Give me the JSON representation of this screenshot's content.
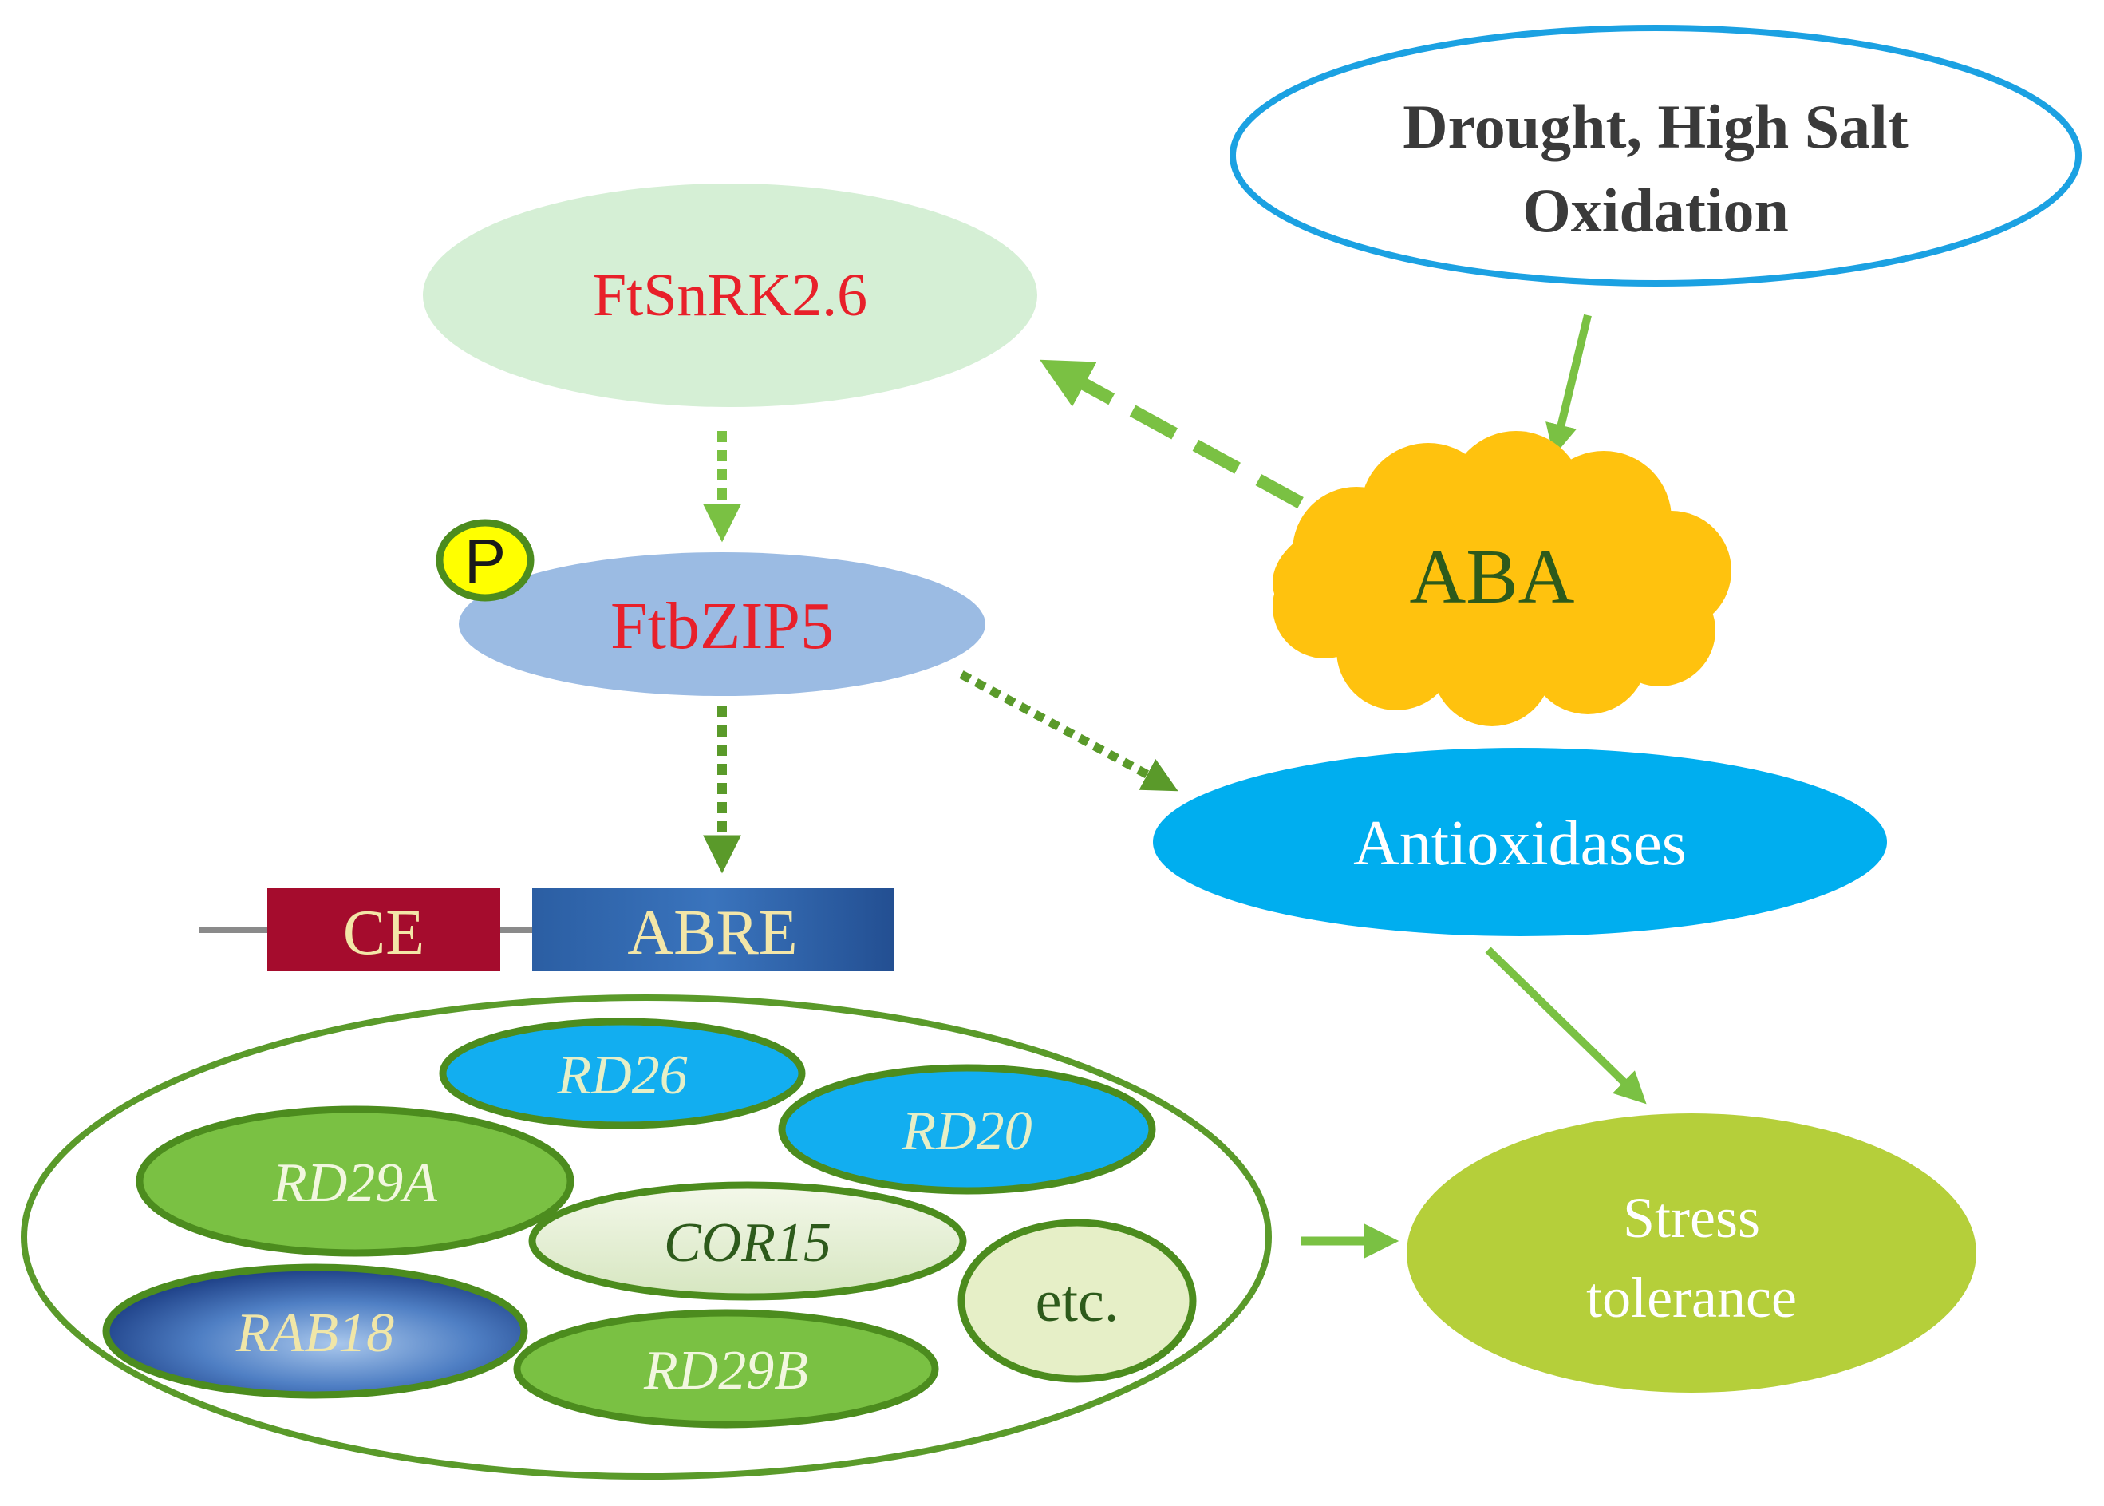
{
  "nodes": {
    "stimulus": {
      "line1": "Drought, High Salt",
      "line2": "Oxidation"
    },
    "kinase": {
      "label": "FtSnRK2.6"
    },
    "phospho": {
      "label": "P"
    },
    "tf": {
      "label": "FtbZIP5"
    },
    "hormone": {
      "label": "ABA"
    },
    "antioxidases": {
      "label": "Antioxidases"
    },
    "stress_tolerance": {
      "line1": "Stress",
      "line2": "tolerance"
    }
  },
  "promoter": {
    "ce": "CE",
    "abre": "ABRE"
  },
  "genes": {
    "rd26": "RD26",
    "rd20": "RD20",
    "rd29a": "RD29A",
    "cor15": "COR15",
    "etc": "etc.",
    "rab18": "RAB18",
    "rd29b": "RD29B"
  },
  "colors": {
    "arrow_green": "#7ac143",
    "arrow_dark_green": "#5a9a2a",
    "stimulus_border": "#1ba1e2",
    "kinase_fill": "#d5efd5",
    "tf_fill": "#9bbbe3",
    "aba_fill": "#ffc20e",
    "antioxidase_fill": "#00aeef",
    "stress_fill": "#b5cf3a",
    "ce_fill": "#a50c2d",
    "abre_fill": "#2e63a6",
    "red_text": "#e8202a",
    "gene_blue": "#12aef0",
    "gene_green": "#7ac143"
  }
}
